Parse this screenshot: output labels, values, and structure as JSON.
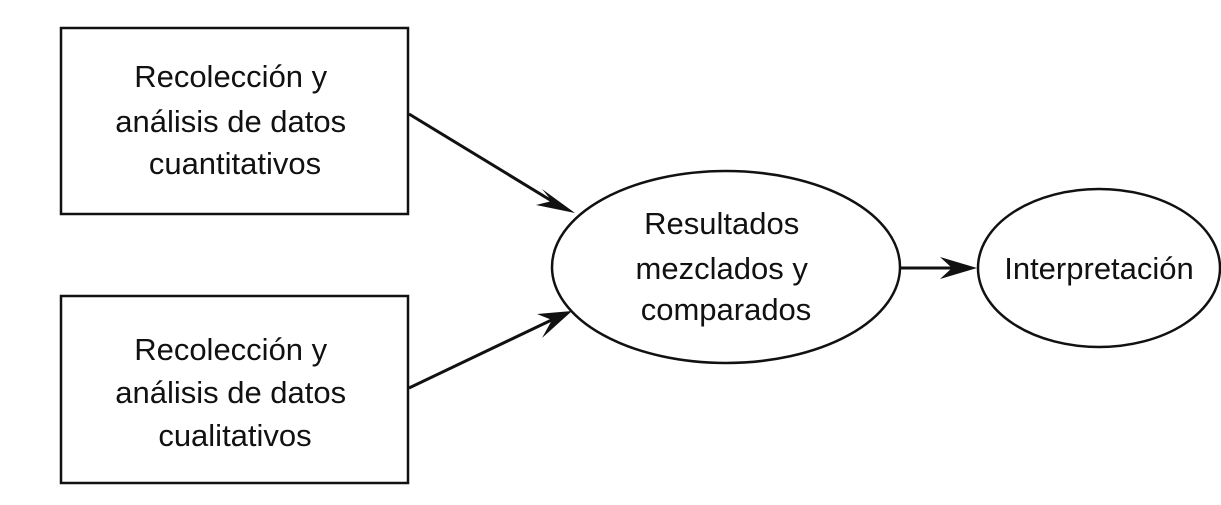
{
  "diagram": {
    "colors": {
      "stroke": "#111111",
      "background": "#ffffff",
      "text": "#111111"
    },
    "nodes": {
      "quantitative": {
        "shape": "rectangle",
        "lines": [
          "Recolección y",
          "análisis de datos",
          "cuantitativos"
        ]
      },
      "qualitative": {
        "shape": "rectangle",
        "lines": [
          "Recolección y",
          "análisis de datos",
          "cualitativos"
        ]
      },
      "results": {
        "shape": "ellipse",
        "lines": [
          "Resultados",
          "mezclados y",
          "comparados"
        ]
      },
      "interpretation": {
        "shape": "ellipse",
        "lines": [
          "Interpretación"
        ]
      }
    },
    "edges": [
      {
        "from": "quantitative",
        "to": "results"
      },
      {
        "from": "qualitative",
        "to": "results"
      },
      {
        "from": "results",
        "to": "interpretation"
      }
    ]
  }
}
